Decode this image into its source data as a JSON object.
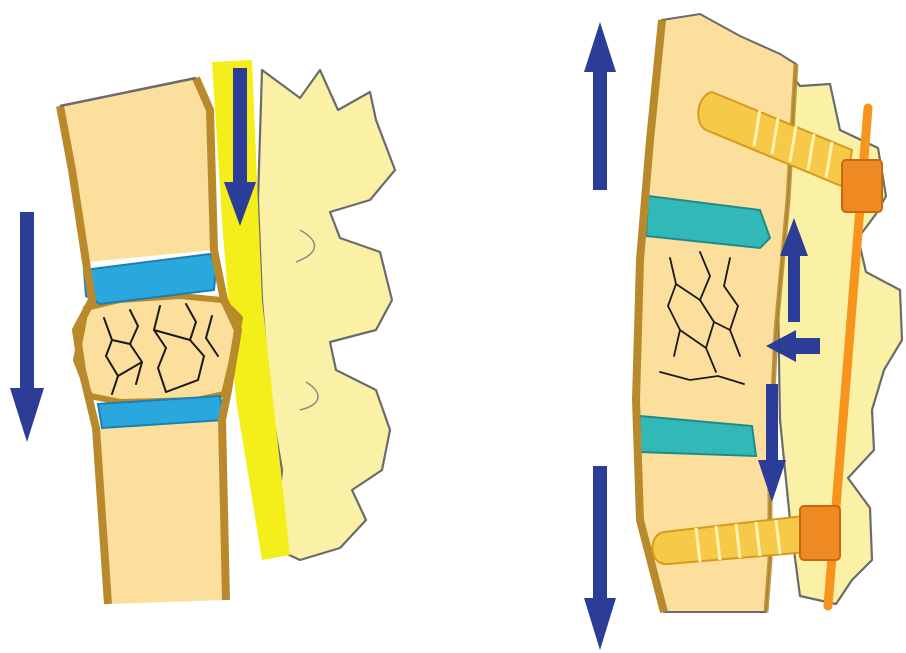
{
  "colors": {
    "background": "#ffffff",
    "vertebra_fill": "#fcdf9c",
    "cortex_outline": "#b98a2c",
    "posterior_fill": "#fbf1a6",
    "posterior_outline": "#6b6b6b",
    "disc_left": "#2aa7dc",
    "disc_right": "#33b8b8",
    "crack": "#1a1a1a",
    "ligament_yellow": "#f4ee1a",
    "arrow_blue": "#2b3d96",
    "rod_orange": "#f7941d",
    "screw_yellow": "#f7c948",
    "nut_orange": "#ef8a22"
  },
  "panels": [
    {
      "name": "left-panel",
      "description_label": "",
      "features": [
        "fractured-vertebral-body",
        "intervertebral-discs",
        "posterior-ligament",
        "posterior-elements",
        "compression-arrows"
      ]
    },
    {
      "name": "right-panel",
      "description_label": "",
      "features": [
        "stabilized-vertebral-column",
        "intervertebral-discs",
        "pedicle-screws",
        "orange-rod",
        "distraction-arrows"
      ]
    }
  ],
  "icons": [
    "arrow-down-icon",
    "arrow-up-icon",
    "arrow-left-icon"
  ]
}
